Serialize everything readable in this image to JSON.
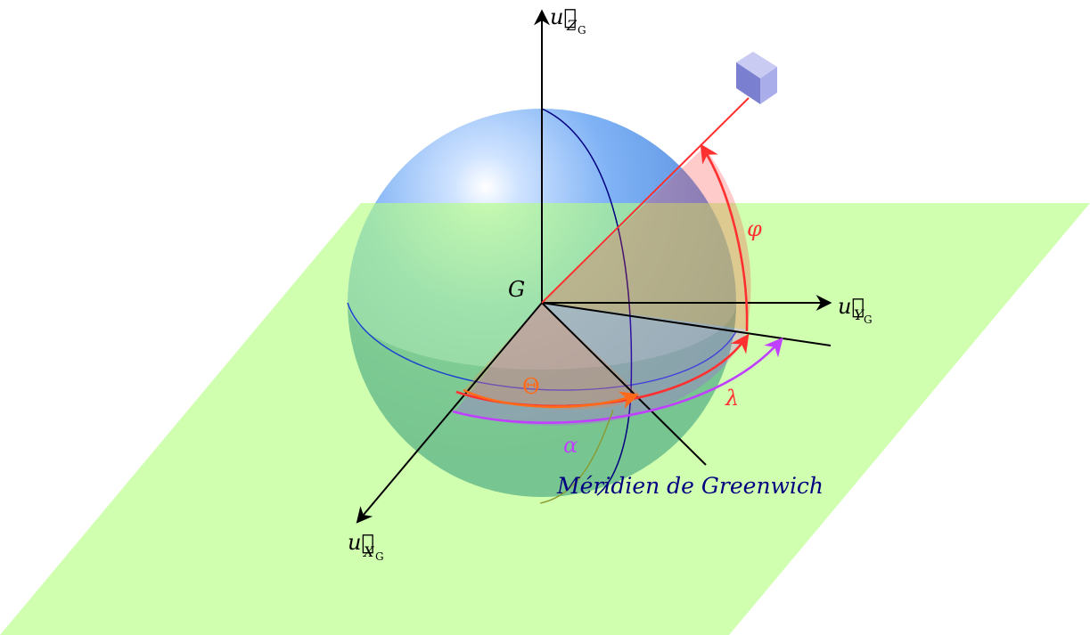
{
  "labels": {
    "center": "G",
    "axis_z_main": "u⃗",
    "axis_z_sub": "Z",
    "axis_z_subsub": "G",
    "axis_y_main": "u⃗",
    "axis_y_sub": "Y",
    "axis_y_subsub": "G",
    "axis_x_main": "u⃗",
    "axis_x_sub": "X",
    "axis_x_subsub": "G",
    "phi": "φ",
    "lambda": "λ",
    "theta": "Θ",
    "alpha": "α",
    "meridian": "Méridien de Greenwich"
  },
  "colors": {
    "plane": "#b3ff80",
    "sphere_upper": "#6fa8f0",
    "sphere_lower": "#66cc88",
    "meridian": "#000080",
    "red_arc": "#ff3030",
    "orange_arc": "#ff6a1a",
    "magenta_arc": "#c040ff",
    "alpha_arc": "#8a9a30",
    "axis": "#000000"
  }
}
